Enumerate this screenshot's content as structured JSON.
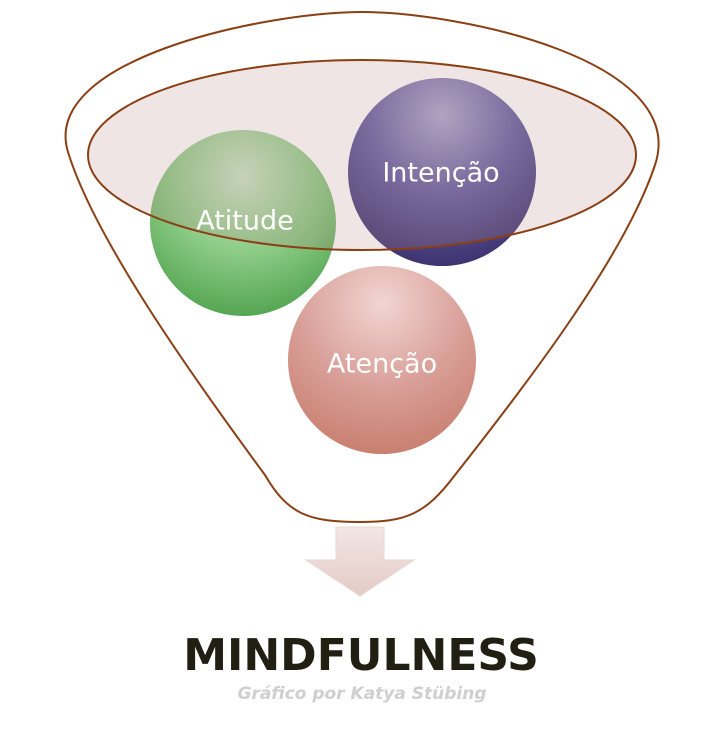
{
  "circles": {
    "attitude": {
      "label": "Atitude",
      "color": "#6fb46a"
    },
    "intention": {
      "label": "Intenção",
      "color": "#534987"
    },
    "attention": {
      "label": "Atenção",
      "color": "#d08d84"
    }
  },
  "title": "MINDFULNESS",
  "credit": "Gráfico por Katya Stübing",
  "colors": {
    "funnel_outline": "#8a3f14",
    "inner_ring_fill": "#b58a83",
    "arrow": "#ecdcd9",
    "title": "#1f1f12",
    "credit": "#cfcfcf"
  }
}
